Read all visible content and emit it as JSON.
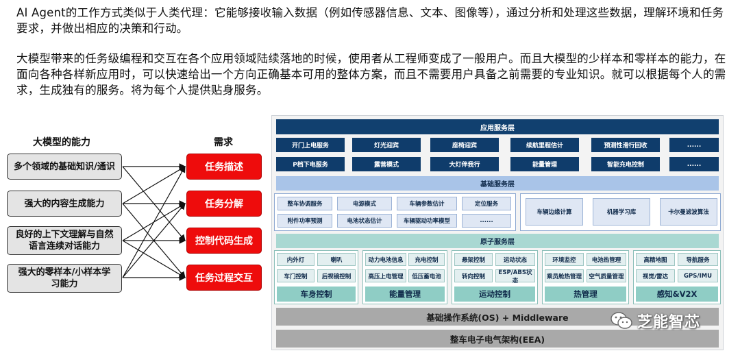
{
  "intro": {
    "p1": "AI Agent的工作方式类似于人类代理：它能够接收输入数据（例如传感器信息、文本、图像等），通过分析和处理这些数据，理解环境和任务要求，并做出相应的决策和行动。",
    "p2": "大模型带来的任务级编程和交互在各个应用领域陆续落地的时候，使用者从工程师变成了一般用户。而且大模型的少样本和零样本的能力，在面向各种各样新应用时，可以快速给出一个方向正确基本可用的整体方案，而且不需要用户具备之前需要的专业知识。就可以根据每个人的需求，生成独有的服务。将为每个人提供贴身服务。"
  },
  "capabilities": {
    "header": "大模型的能力",
    "items": [
      "多个领域的基础知识/通识",
      "强大的内容生成能力",
      "良好的上下文理解与自然语言连续对话能力",
      "强大的零样本/小样本学习能力"
    ]
  },
  "needs": {
    "header": "需求",
    "items": [
      "任务描述",
      "任务分解",
      "控制代码生成",
      "任务过程交互"
    ]
  },
  "arch": {
    "app_layer": {
      "title": "应用服务层",
      "row1": [
        "开门上电服务",
        "灯光迎宾",
        "座椅迎宾",
        "续航里程估计",
        "预测性滑行回收",
        "......"
      ],
      "row2": [
        "P档下电服务",
        "露营模式",
        "大灯伴我行",
        "能量管理",
        "智能充电控制",
        "......"
      ]
    },
    "base_layer": {
      "title": "基础服务层",
      "left_row1": [
        "整车协调服务",
        "电源模式",
        "车辆参数估计",
        "定位服务"
      ],
      "left_row2": [
        "附件功率预测",
        "电池状态估计",
        "车辆驱动功率模型",
        "......"
      ],
      "right": [
        "车辆边缘计算",
        "机器学习库",
        "卡尔曼滤波算法"
      ]
    },
    "atom_layer": {
      "title": "原子服务层",
      "groups": [
        {
          "name": "车身控制",
          "items": [
            "内外灯",
            "喇叭",
            "车门控制",
            "后视镜控制"
          ]
        },
        {
          "name": "能量管理",
          "items": [
            "动力电池信息",
            "充电控制",
            "高压上电管理",
            "低压蓄电池"
          ]
        },
        {
          "name": "运动控制",
          "items": [
            "悬架控制",
            "运动状态",
            "转向控制",
            "ESP/ABS状态"
          ]
        },
        {
          "name": "热管理",
          "items": [
            "环境监控",
            "电池热管理",
            "乘员舱热管理",
            "空气质量管理"
          ]
        },
        {
          "name": "感知&V2X",
          "items": [
            "高精地图",
            "导航服务",
            "视觉/雷达",
            "GPS/IMU"
          ]
        }
      ]
    },
    "os_layer": "基础操作系统(OS) + Middleware",
    "eea_layer": "整车电子电气架构(EEA)"
  },
  "watermark": {
    "text": "芝能智芯",
    "icon": "wechat-icon"
  },
  "colors": {
    "need_red": "#ee0c0c",
    "app_dark": "#0f3c6b",
    "base_blue": "#a9c4e8",
    "atom_teal": "#a9d8d2",
    "os_gray": "#a9a9a9"
  }
}
